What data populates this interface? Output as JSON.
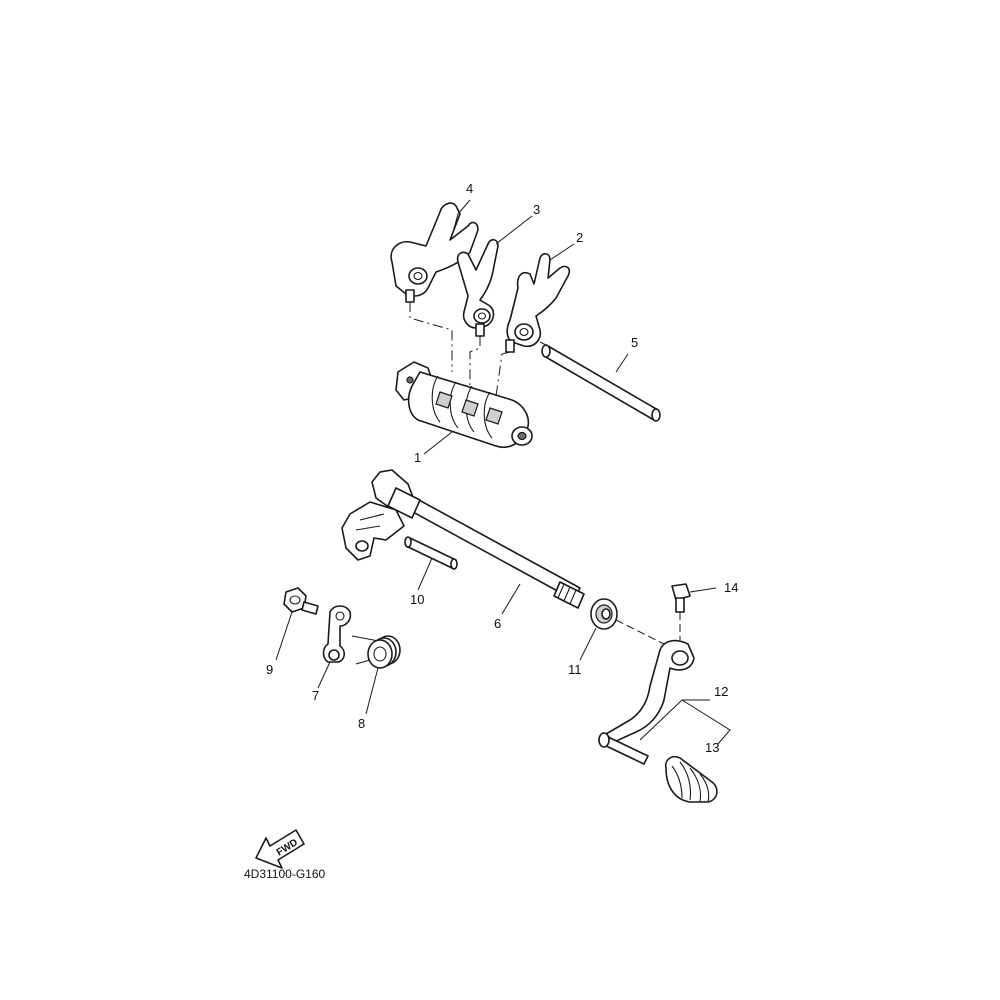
{
  "diagram": {
    "drawing_code": "4D31100-G160",
    "direction_label": "FWD",
    "callouts": [
      "1",
      "2",
      "3",
      "4",
      "5",
      "6",
      "7",
      "8",
      "9",
      "10",
      "11",
      "12",
      "13",
      "14"
    ]
  }
}
